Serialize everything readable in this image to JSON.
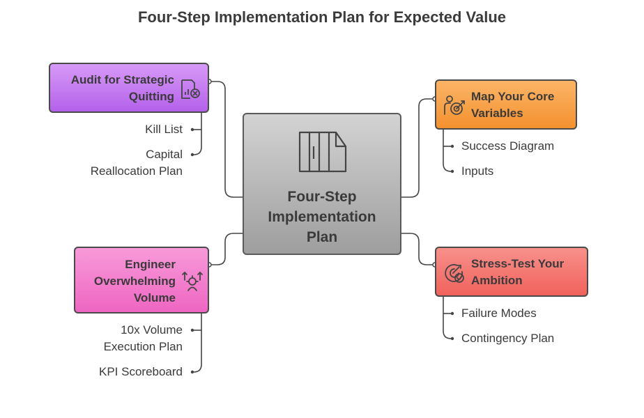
{
  "title": "Four-Step Implementation Plan for Expected Value",
  "center": {
    "label_lines": [
      "Four-Step",
      "Implementation",
      "Plan"
    ]
  },
  "steps": {
    "audit": {
      "label_lines": [
        "Audit for Strategic",
        "Quitting"
      ],
      "items": [
        {
          "lines": [
            "Kill List"
          ]
        },
        {
          "lines": [
            "Capital",
            "Reallocation Plan"
          ]
        }
      ],
      "color": "#c77ef2"
    },
    "map": {
      "label_lines": [
        "Map Your Core",
        "Variables"
      ],
      "items": [
        {
          "lines": [
            "Success Diagram"
          ]
        },
        {
          "lines": [
            "Inputs"
          ]
        }
      ],
      "color": "#f8a24a"
    },
    "engineer": {
      "label_lines": [
        "Engineer",
        "Overwhelming",
        "Volume"
      ],
      "items": [
        {
          "lines": [
            "10x Volume",
            "Execution Plan"
          ]
        },
        {
          "lines": [
            "KPI Scoreboard"
          ]
        }
      ],
      "color": "#f27ed0"
    },
    "stress": {
      "label_lines": [
        "Stress-Test Your",
        "Ambition"
      ],
      "items": [
        {
          "lines": [
            "Failure Modes"
          ]
        },
        {
          "lines": [
            "Contingency Plan"
          ]
        }
      ],
      "color": "#f57b76"
    }
  }
}
